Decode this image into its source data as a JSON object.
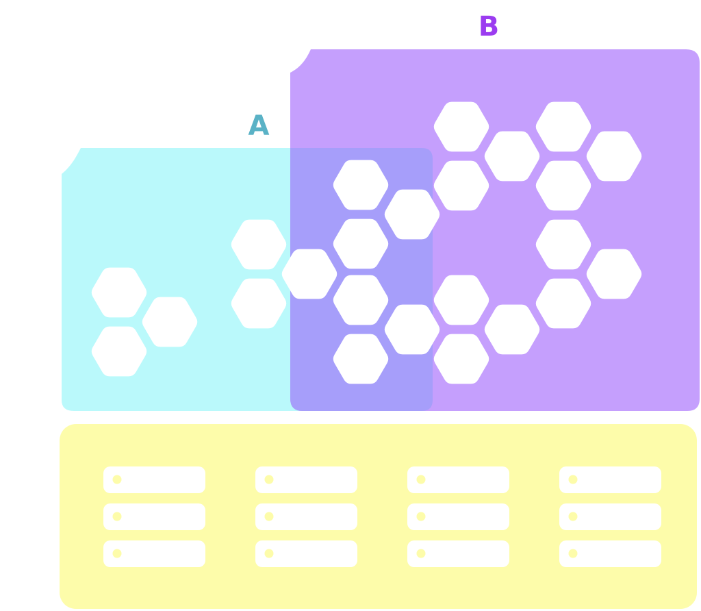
{
  "regions": {
    "a": {
      "label": "A",
      "fill": "#BAF9FB",
      "label_color": "#5AB2C6"
    },
    "b": {
      "label": "B",
      "fill": "#C59FFD",
      "label_color": "#9B3CF0"
    },
    "overlap": {
      "fill": "#A69EFA"
    }
  },
  "tray": {
    "fill": "#FDFCAA",
    "slot_color": "#FFFFFF",
    "dot_color": "#FDFCAA",
    "columns": 4,
    "rows": 3
  },
  "hexagon_color": "#FFFFFF"
}
